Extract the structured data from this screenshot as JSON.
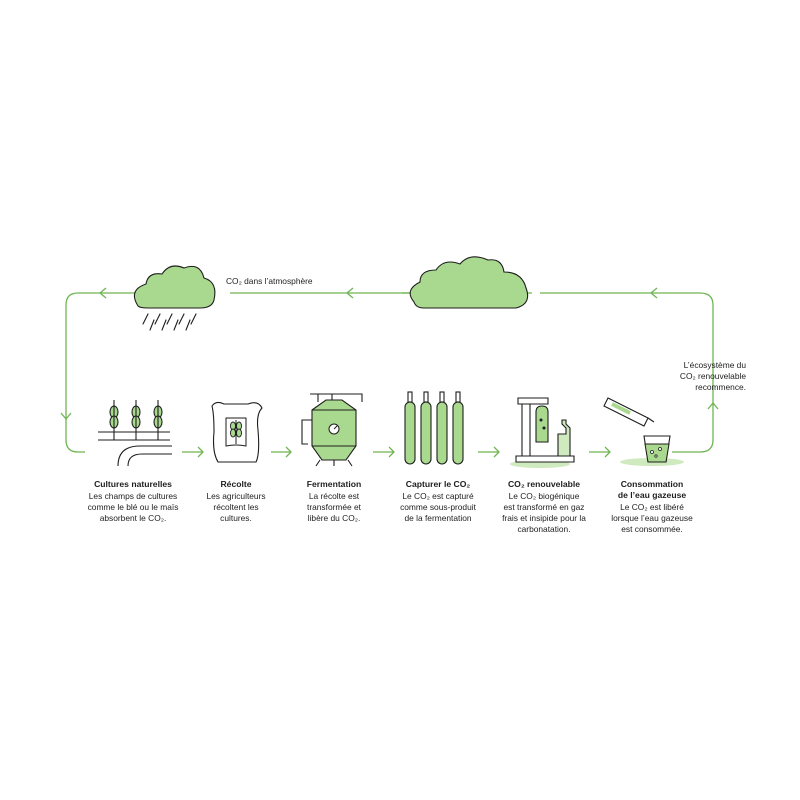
{
  "atmosphere_label": "CO₂ dans l’atmosphère",
  "restart_note": "L’écosystème du\nCO₂ renouvelable\nrecommence.",
  "steps": [
    {
      "title": "Cultures naturelles",
      "desc": "Les champs de cultures\ncomme le blé ou le maïs\nabsorbent le CO₂.",
      "icon": "wheat-field-icon"
    },
    {
      "title": "Récolte",
      "desc": "Les agriculteurs\nrécoltent les\ncultures.",
      "icon": "grain-sack-icon"
    },
    {
      "title": "Fermentation",
      "desc": "La récolte est\ntransformée et\nlibère du CO₂.",
      "icon": "fermentation-tank-icon"
    },
    {
      "title": "Capturer le CO₂",
      "desc": "Le CO₂ est capturé\ncomme sous-produit\nde la fermentation",
      "icon": "gas-cylinders-icon"
    },
    {
      "title": "CO₂ renouvelable",
      "desc": "Le CO₂ biogénique\nest transformé en gaz\nfrais et insipide pour la\ncarbonatation.",
      "icon": "carbonation-machine-icon"
    },
    {
      "title": "Consommation\nde l’eau gazeuse",
      "desc": "Le CO₂ est libéré\nlorsque l’eau gazeuse\nest consommée.",
      "icon": "pouring-bottle-icon"
    }
  ],
  "colors": {
    "line": "#6fb552",
    "ink": "#1e1e1e",
    "green_fill": "#a9d88f",
    "green_light": "#cfeabf"
  }
}
